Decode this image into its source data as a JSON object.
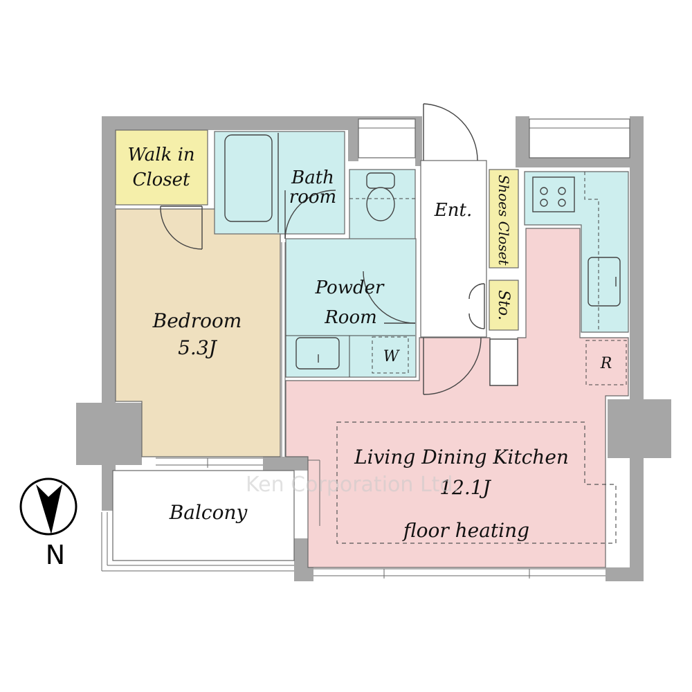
{
  "plan": {
    "rooms": {
      "walk_in_closet": {
        "line1": "Walk in",
        "line2": "Closet"
      },
      "bathroom": {
        "line1": "Bath",
        "line2": "room"
      },
      "entrance": "Ent.",
      "shoes_closet": "Shoes Closet",
      "storage": "Sto.",
      "bedroom": {
        "name": "Bedroom",
        "size": "5.3J"
      },
      "powder_room": {
        "line1": "Powder",
        "line2": "Room"
      },
      "washer": "W",
      "refrigerator": "R",
      "ldk": {
        "name": "Living Dining Kitchen",
        "size": "12.1J",
        "note": "floor heating"
      },
      "balcony": "Balcony"
    },
    "compass": {
      "letter": "N"
    },
    "watermark": "Ken Corporation Ltd.",
    "colors": {
      "wall": "#a6a6a6",
      "bedroom": "#efe0bf",
      "wet_area": "#cdeeee",
      "closet": "#f5efaa",
      "ldk": "#f6d4d4"
    }
  }
}
